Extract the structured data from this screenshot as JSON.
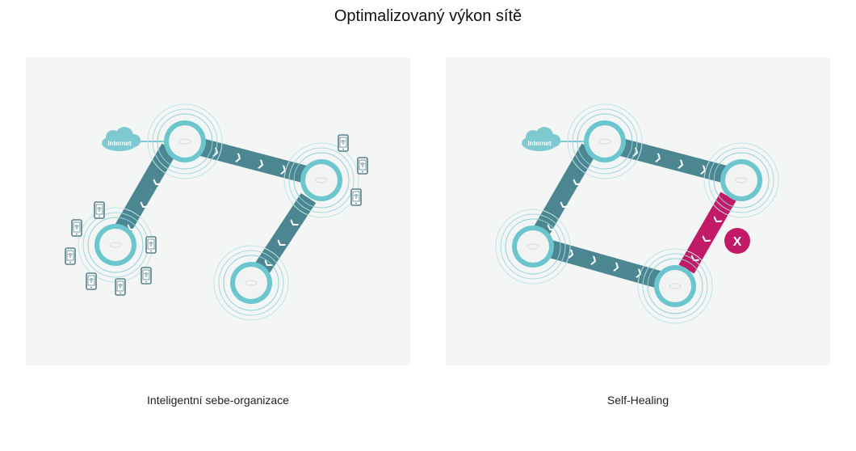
{
  "page": {
    "title": "Optimalizovaný výkon sítě"
  },
  "diagrams": [
    {
      "caption": "Inteligentní sebe-organizace",
      "cloud_label": "Internet"
    },
    {
      "caption": "Self-Healing",
      "cloud_label": "Internet",
      "fail_marker": "X"
    }
  ],
  "colors": {
    "link": "#4c8691",
    "link_failed": "#c21a67",
    "node_ring": "#6cc6cd",
    "node_face": "#f2f3f3",
    "cloud": "#7fcad0",
    "device": "#55808b",
    "panel_bg": "#f4f5f5"
  },
  "icons": {
    "cloud": "cloud-icon",
    "access_point": "access-point-icon",
    "phone": "smartphone-wifi-icon",
    "fail": "x-circle-icon"
  }
}
